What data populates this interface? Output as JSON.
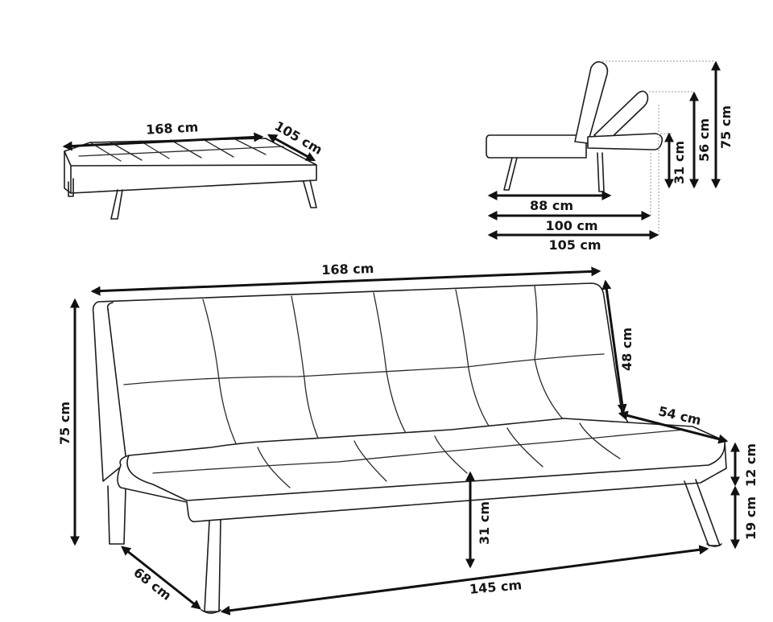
{
  "dimensions": {
    "bed_width": "168 cm",
    "bed_depth": "105 cm",
    "side_seat_depth": "88 cm",
    "side_mid_depth": "100 cm",
    "side_full_depth": "105 cm",
    "side_seat_height": "31 cm",
    "side_mid_height": "56 cm",
    "side_back_height": "75 cm",
    "sofa_width": "168 cm",
    "sofa_height": "75 cm",
    "backrest_height": "48 cm",
    "seat_depth": "54 cm",
    "cushion_thickness": "12 cm",
    "leg_height": "19 cm",
    "seat_height": "31 cm",
    "inner_width": "145 cm",
    "overall_depth": "68 cm"
  },
  "colors": {
    "line": "#1c1c1c",
    "background": "#ffffff"
  }
}
